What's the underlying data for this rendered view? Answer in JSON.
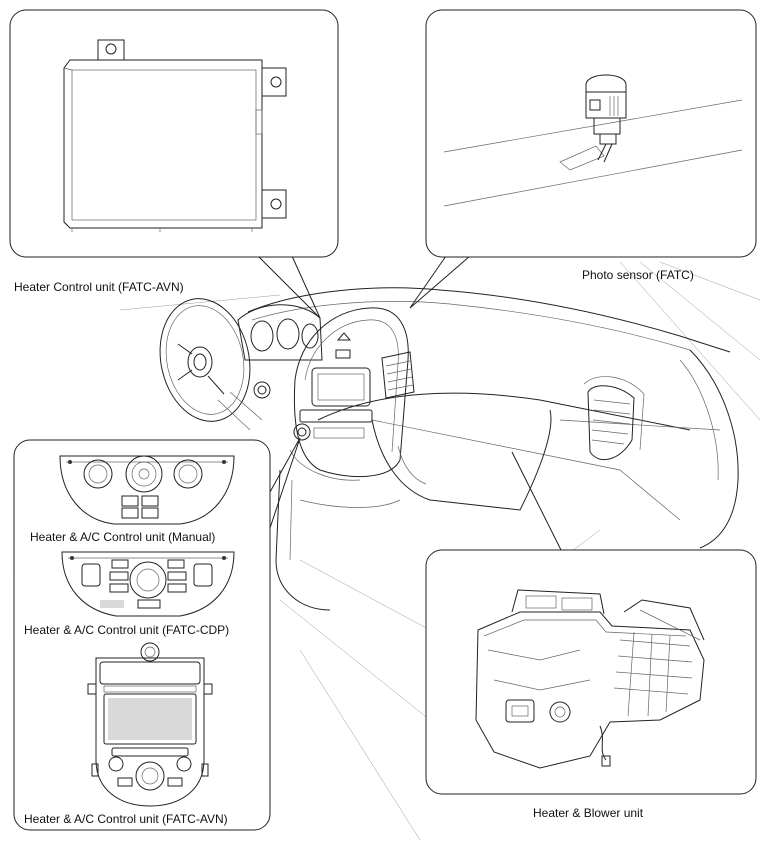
{
  "labels": {
    "heater_control_unit_avn": "Heater Control unit (FATC-AVN)",
    "photo_sensor": "Photo sensor (FATC)",
    "ac_manual": "Heater & A/C Control unit (Manual)",
    "ac_fatc_cdp": "Heater & A/C Control unit (FATC-CDP)",
    "ac_fatc_avn": "Heater & A/C Control unit (FATC-AVN)",
    "heater_blower": "Heater & Blower unit"
  },
  "colors": {
    "line": "#222222",
    "background": "#ffffff"
  }
}
